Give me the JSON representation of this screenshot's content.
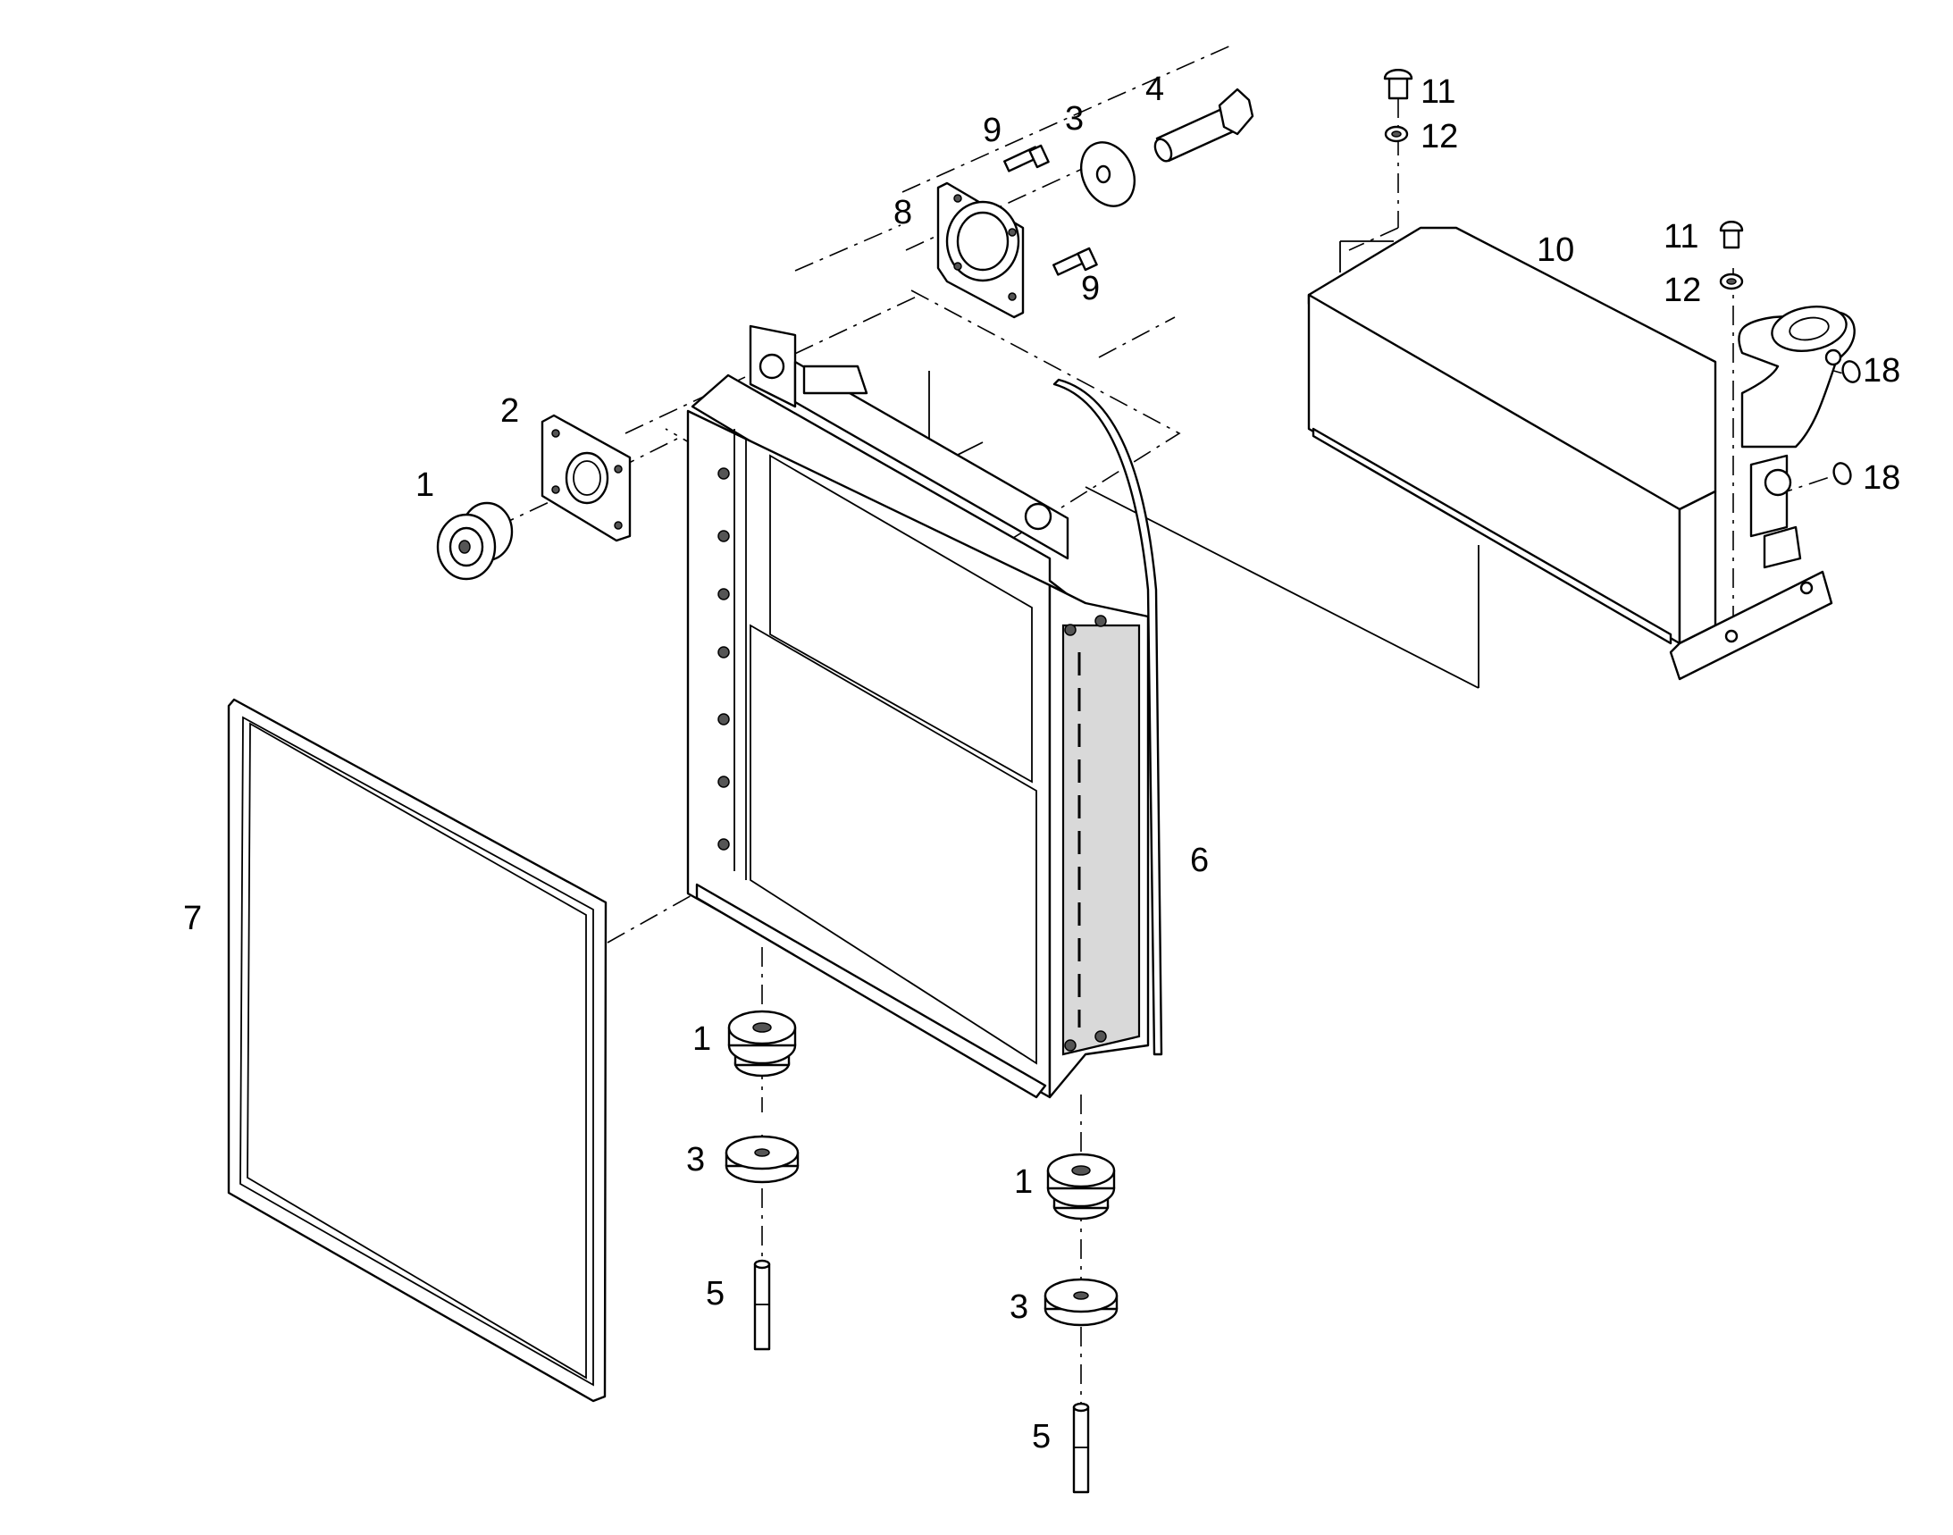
{
  "callouts": {
    "c_top_11": "11",
    "c_top_12": "12",
    "c_right_11": "11",
    "c_right_12": "12",
    "c_10": "10",
    "c_18a": "18",
    "c_18b": "18",
    "c_4": "4",
    "c_3_top": "3",
    "c_9_a": "9",
    "c_9_b": "9",
    "c_8": "8",
    "c_2": "2",
    "c_1_top": "1",
    "c_7": "7",
    "c_6": "6",
    "c_1_mid": "1",
    "c_3_mid": "3",
    "c_5_mid": "5",
    "c_1_bot": "1",
    "c_3_bot": "3",
    "c_5_bot": "5"
  }
}
